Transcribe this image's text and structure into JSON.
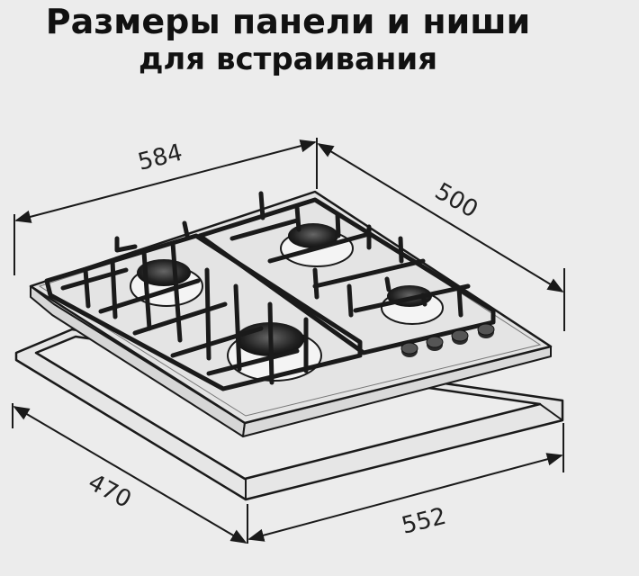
{
  "title": {
    "line1": "Размеры панели и ниши",
    "line2": "для встраивания"
  },
  "dimensions": {
    "panel_width": "584",
    "panel_depth": "500",
    "niche_depth": "470",
    "niche_width": "552"
  },
  "colors": {
    "background": "#ececec",
    "line": "#1a1a1a",
    "panel_face": "#e4e4e4",
    "frame": "#e2e2e2"
  }
}
